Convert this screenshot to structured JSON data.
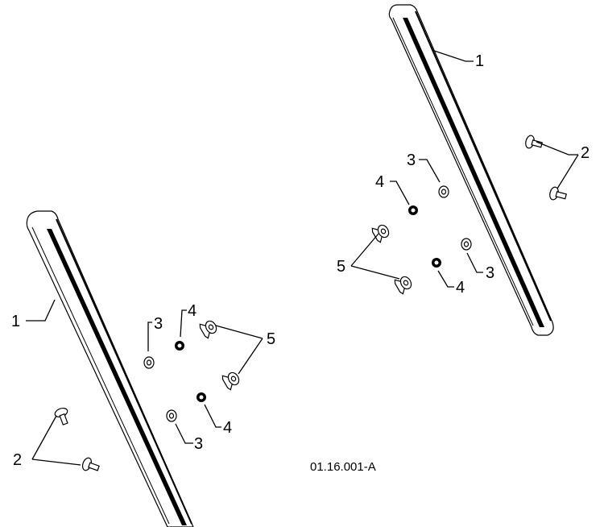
{
  "figure_code": "01.16.001-A",
  "left_assembly": {
    "callouts": {
      "rail": "1",
      "bolts": "2",
      "washer_a": "3",
      "washer_b": "3",
      "nut_a": "4",
      "nut_b": "4",
      "wingnuts": "5"
    }
  },
  "right_assembly": {
    "callouts": {
      "rail": "1",
      "bolts": "2",
      "washer_a": "3",
      "washer_b": "3",
      "nut_a": "4",
      "nut_b": "4",
      "wingnuts": "5"
    }
  }
}
